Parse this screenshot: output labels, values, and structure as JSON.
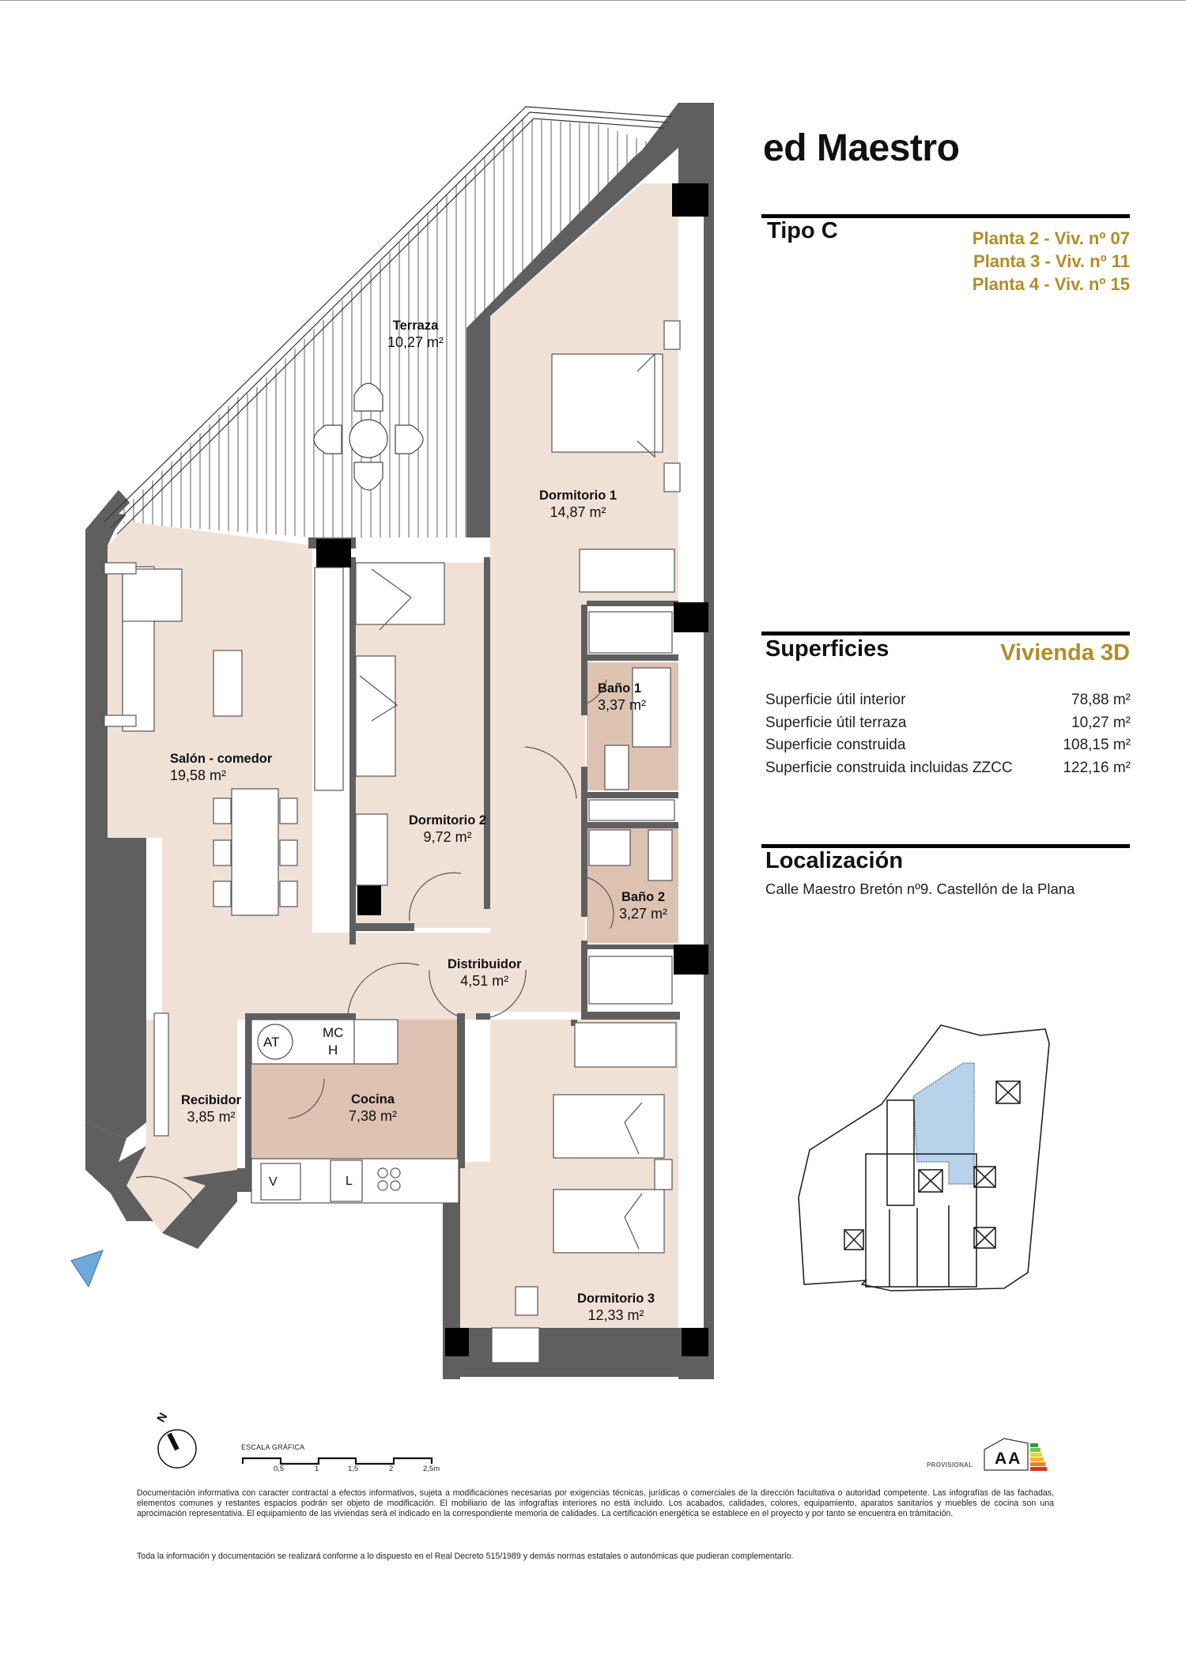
{
  "header": {
    "logo": "ed Maestro",
    "tipo": "Tipo C",
    "plantas": [
      "Planta 2 - Viv. nº 07",
      "Planta 3 - Viv. nº 11",
      "Planta 4 - Viv. nº 15"
    ]
  },
  "superficies": {
    "title": "Superficies",
    "vivienda": "Vivienda 3D",
    "rows": [
      {
        "label": "Superficie útil interior",
        "value": "78,88 m²"
      },
      {
        "label": "Superficie útil terraza",
        "value": "10,27 m²"
      },
      {
        "label": "Superficie construida",
        "value": "108,15 m²"
      },
      {
        "label": "Superficie construida incluidas ZZCC",
        "value": "122,16 m²"
      }
    ]
  },
  "localizacion": {
    "title": "Localización",
    "address": "Calle Maestro Bretón nº9. Castellón de la Plana"
  },
  "rooms": [
    {
      "name": "Terraza",
      "area": "10,27 m²"
    },
    {
      "name": "Dormitorio 1",
      "area": "14,87 m²"
    },
    {
      "name": "Salón - comedor",
      "area": "19,58 m²"
    },
    {
      "name": "Dormitorio 2",
      "area": "9,72 m²"
    },
    {
      "name": "Baño 1",
      "area": "3,37 m²"
    },
    {
      "name": "Baño 2",
      "area": "3,27 m²"
    },
    {
      "name": "Distribuidor",
      "area": "4,51 m²"
    },
    {
      "name": "Recibidor",
      "area": "3,85 m²"
    },
    {
      "name": "Cocina",
      "area": "7,38 m²"
    },
    {
      "name": "Dormitorio 3",
      "area": "12,33 m²"
    }
  ],
  "appliances": {
    "at": "AT",
    "mc": "MC",
    "h": "H",
    "v": "V",
    "l": "L"
  },
  "compass": {
    "north": "N"
  },
  "scale": {
    "title": "ESCALA GRÁFICA",
    "ticks": [
      "0,5",
      "1",
      "1,5",
      "2",
      "2,5m"
    ]
  },
  "energy_cert": {
    "status": "PROVISIONAL",
    "rating_1": "A",
    "rating_2": "A"
  },
  "disclaimer": {
    "p1": "Documentación informativa con caracter contractal a efectos informativos, sujeta a modificaciones necesarias por exigencias técnicas, jurídicas o comerciales de la dirección facultativa o autoridad competente. Las infografías de las fachadas, elementos comunes y restantes espacios podrán ser objeto de modificación. El mobiliario de las infografías interiores no está incluido. Los acabados, calidades, colores, equipamiento, aparatos sanitarios y muebles de cocina son una aprocimación representativa. El equipamiento de las viviendas será el indicado en la correspondiente memoria de calidades. La certificación energética se establece en el proyecto y por tanto se encuentra en trámitación.",
    "p2": "Toda la información y documentación se realizará conforme a lo dispuesto en el Real Decreto 515/1989 y demás normas estatales o autonómicas que pudieran complementarlo."
  },
  "colors": {
    "wall": "#5f5f5f",
    "pillar": "#000000",
    "floor": "#f0e1d7",
    "wet_floor": "#ddc2b2",
    "gold": "#b08d2a",
    "highlight_blue": "#b7d2ea",
    "entry_marker": "#6fa8dc"
  }
}
